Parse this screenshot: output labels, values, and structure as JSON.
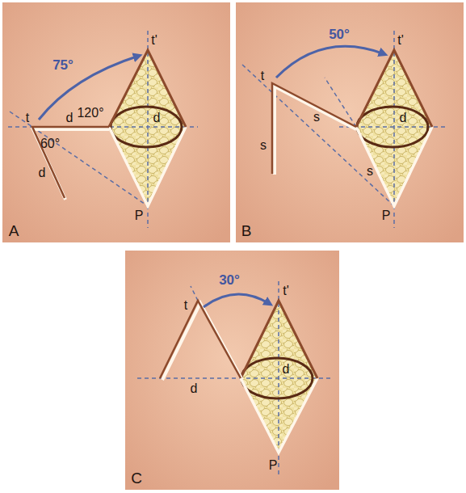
{
  "diagram": {
    "labels": [
      "t'",
      "75°",
      "t",
      "d",
      "120°",
      "d",
      "60°",
      "d",
      "P",
      "A",
      "t",
      "t'",
      "50°",
      "s",
      "s",
      "s",
      "d",
      "P",
      "B",
      "t",
      "30°",
      "t'",
      "d",
      "d",
      "P",
      "C"
    ]
  }
}
